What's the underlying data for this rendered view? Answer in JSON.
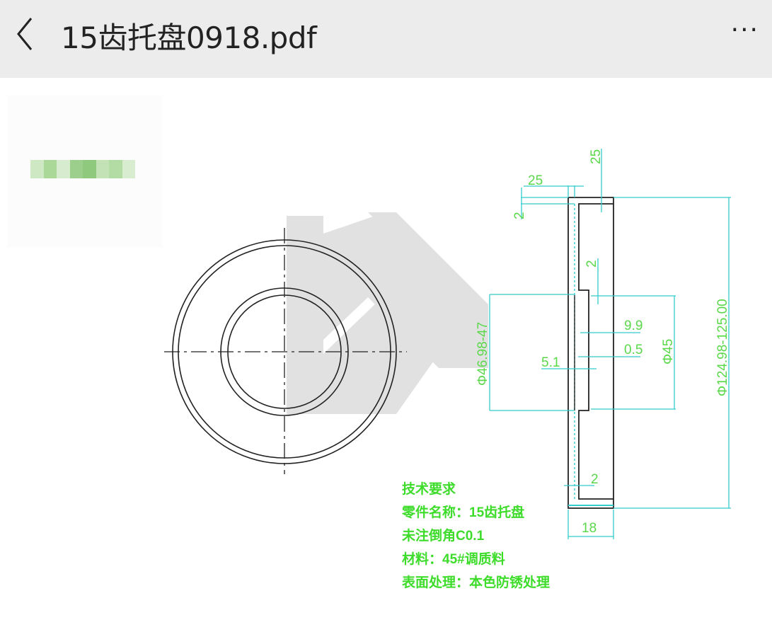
{
  "header": {
    "title": "15齿托盘0918.pdf",
    "back_icon": "chevron-left-icon",
    "more_icon": "ellipsis-icon",
    "more_label": "···"
  },
  "drawing": {
    "dims": {
      "top_25_h": "25",
      "top_25_v": "25",
      "d2_top": "2",
      "d2_mid": "2",
      "d2_bottom": "2",
      "d99": "9.9",
      "d05": "0.5",
      "d51": "5.1",
      "phi45": "Φ45",
      "phi47": "Φ46.98-47",
      "phi125": "Φ124.98-125.00",
      "d18": "18"
    },
    "notes": [
      "技术要求",
      "零件名称：15齿托盘",
      "未注倒角C0.1",
      "材料：45#调质料",
      "表面处理：本色防锈处理"
    ]
  },
  "colors": {
    "dimension": "#33cccc",
    "text": "#5ad84a",
    "outline": "#222222",
    "header_bg": "#ececec"
  }
}
